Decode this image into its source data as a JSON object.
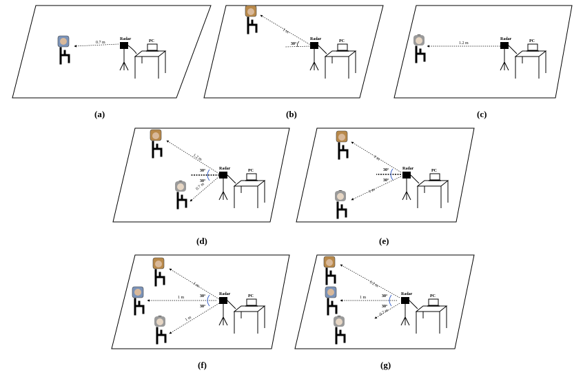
{
  "labels": {
    "radar": "Radar",
    "pc": "PC"
  },
  "panels": [
    {
      "caption": "(a)",
      "distances": [
        "0.7 m"
      ],
      "angles": []
    },
    {
      "caption": "(b)",
      "distances": [
        "1 m"
      ],
      "angles": [
        "30°"
      ]
    },
    {
      "caption": "(c)",
      "distances": [
        "1.2 m"
      ],
      "angles": []
    },
    {
      "caption": "(d)",
      "distances": [
        "1.2 m",
        "0.7 m"
      ],
      "angles": [
        "30°",
        "30°"
      ]
    },
    {
      "caption": "(e)",
      "distances": [
        "1 m",
        "1 m"
      ],
      "angles": [
        "30°",
        "30°"
      ]
    },
    {
      "caption": "(f)",
      "distances": [
        "1 m",
        "1 m",
        "1 m"
      ],
      "angles": [
        "30°",
        "30°"
      ]
    },
    {
      "caption": "(g)",
      "distances": [
        "1.2 m",
        "1 m",
        "0.7 m"
      ],
      "angles": [
        "30°",
        "30°"
      ]
    }
  ],
  "colors": {
    "line": "#000000",
    "face_tan": "#b8894a",
    "face_gray": "#9a9a9a",
    "face_blue": "#7b93b8",
    "arc": "#2a56c6"
  }
}
